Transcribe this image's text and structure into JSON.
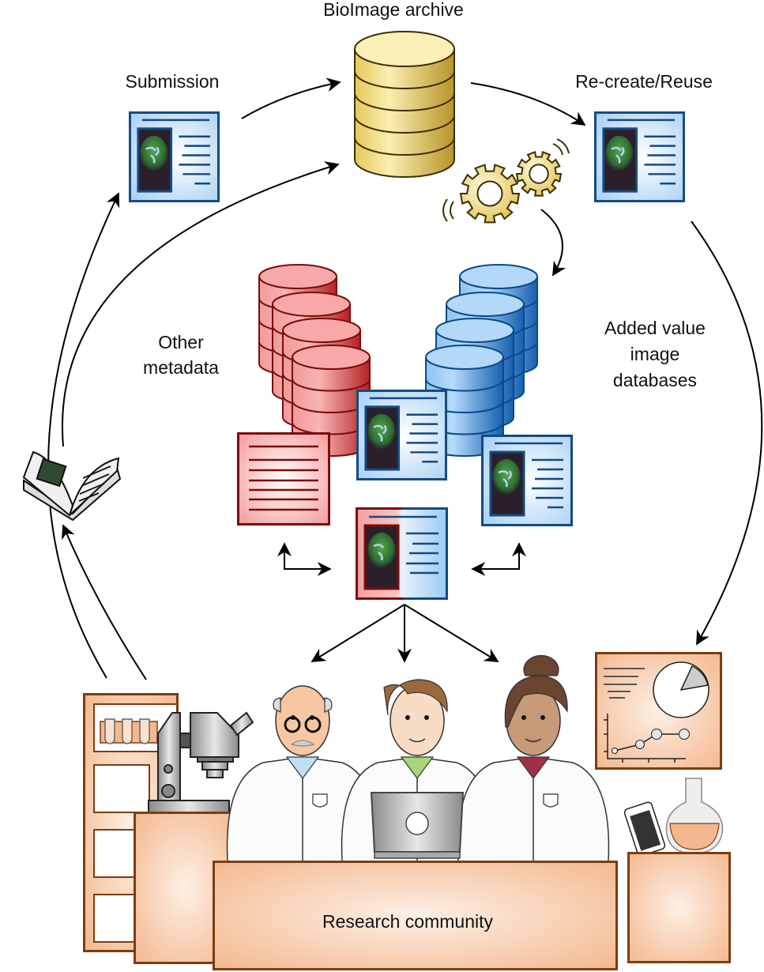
{
  "labels": {
    "archive": "BioImage archive",
    "submission": "Submission",
    "reuse": "Re-create/Reuse",
    "other_metadata": [
      "Other",
      "metadata"
    ],
    "added_value": [
      "Added value",
      "image",
      "databases"
    ],
    "community": "Research community"
  },
  "colors": {
    "archive_fill_light": "#fbefb8",
    "archive_fill_dark": "#c9a93a",
    "archive_stroke": "#3b2f06",
    "red_fill": "#f28b8b",
    "red_stroke": "#7a0d0d",
    "blue_fill": "#8cc3f0",
    "blue_stroke": "#0b4a8a",
    "doc_blue_bg": "#cfe6fb",
    "doc_blue_stroke": "#154a80",
    "orange_fill": "#f6c29c",
    "orange_stroke": "#7a3e14",
    "arrow": "#000000"
  },
  "icons": {
    "archive": "database-icon",
    "gears": "gears-icon",
    "submission_doc": "image-document-icon",
    "reuse_doc": "image-document-icon",
    "book": "open-book-icon",
    "report": "chart-report-icon",
    "microscope": "microscope-icon",
    "laptop": "laptop-icon",
    "phone": "smartphone-icon",
    "flask": "flask-icon",
    "test_tubes": "test-tubes-icon"
  }
}
